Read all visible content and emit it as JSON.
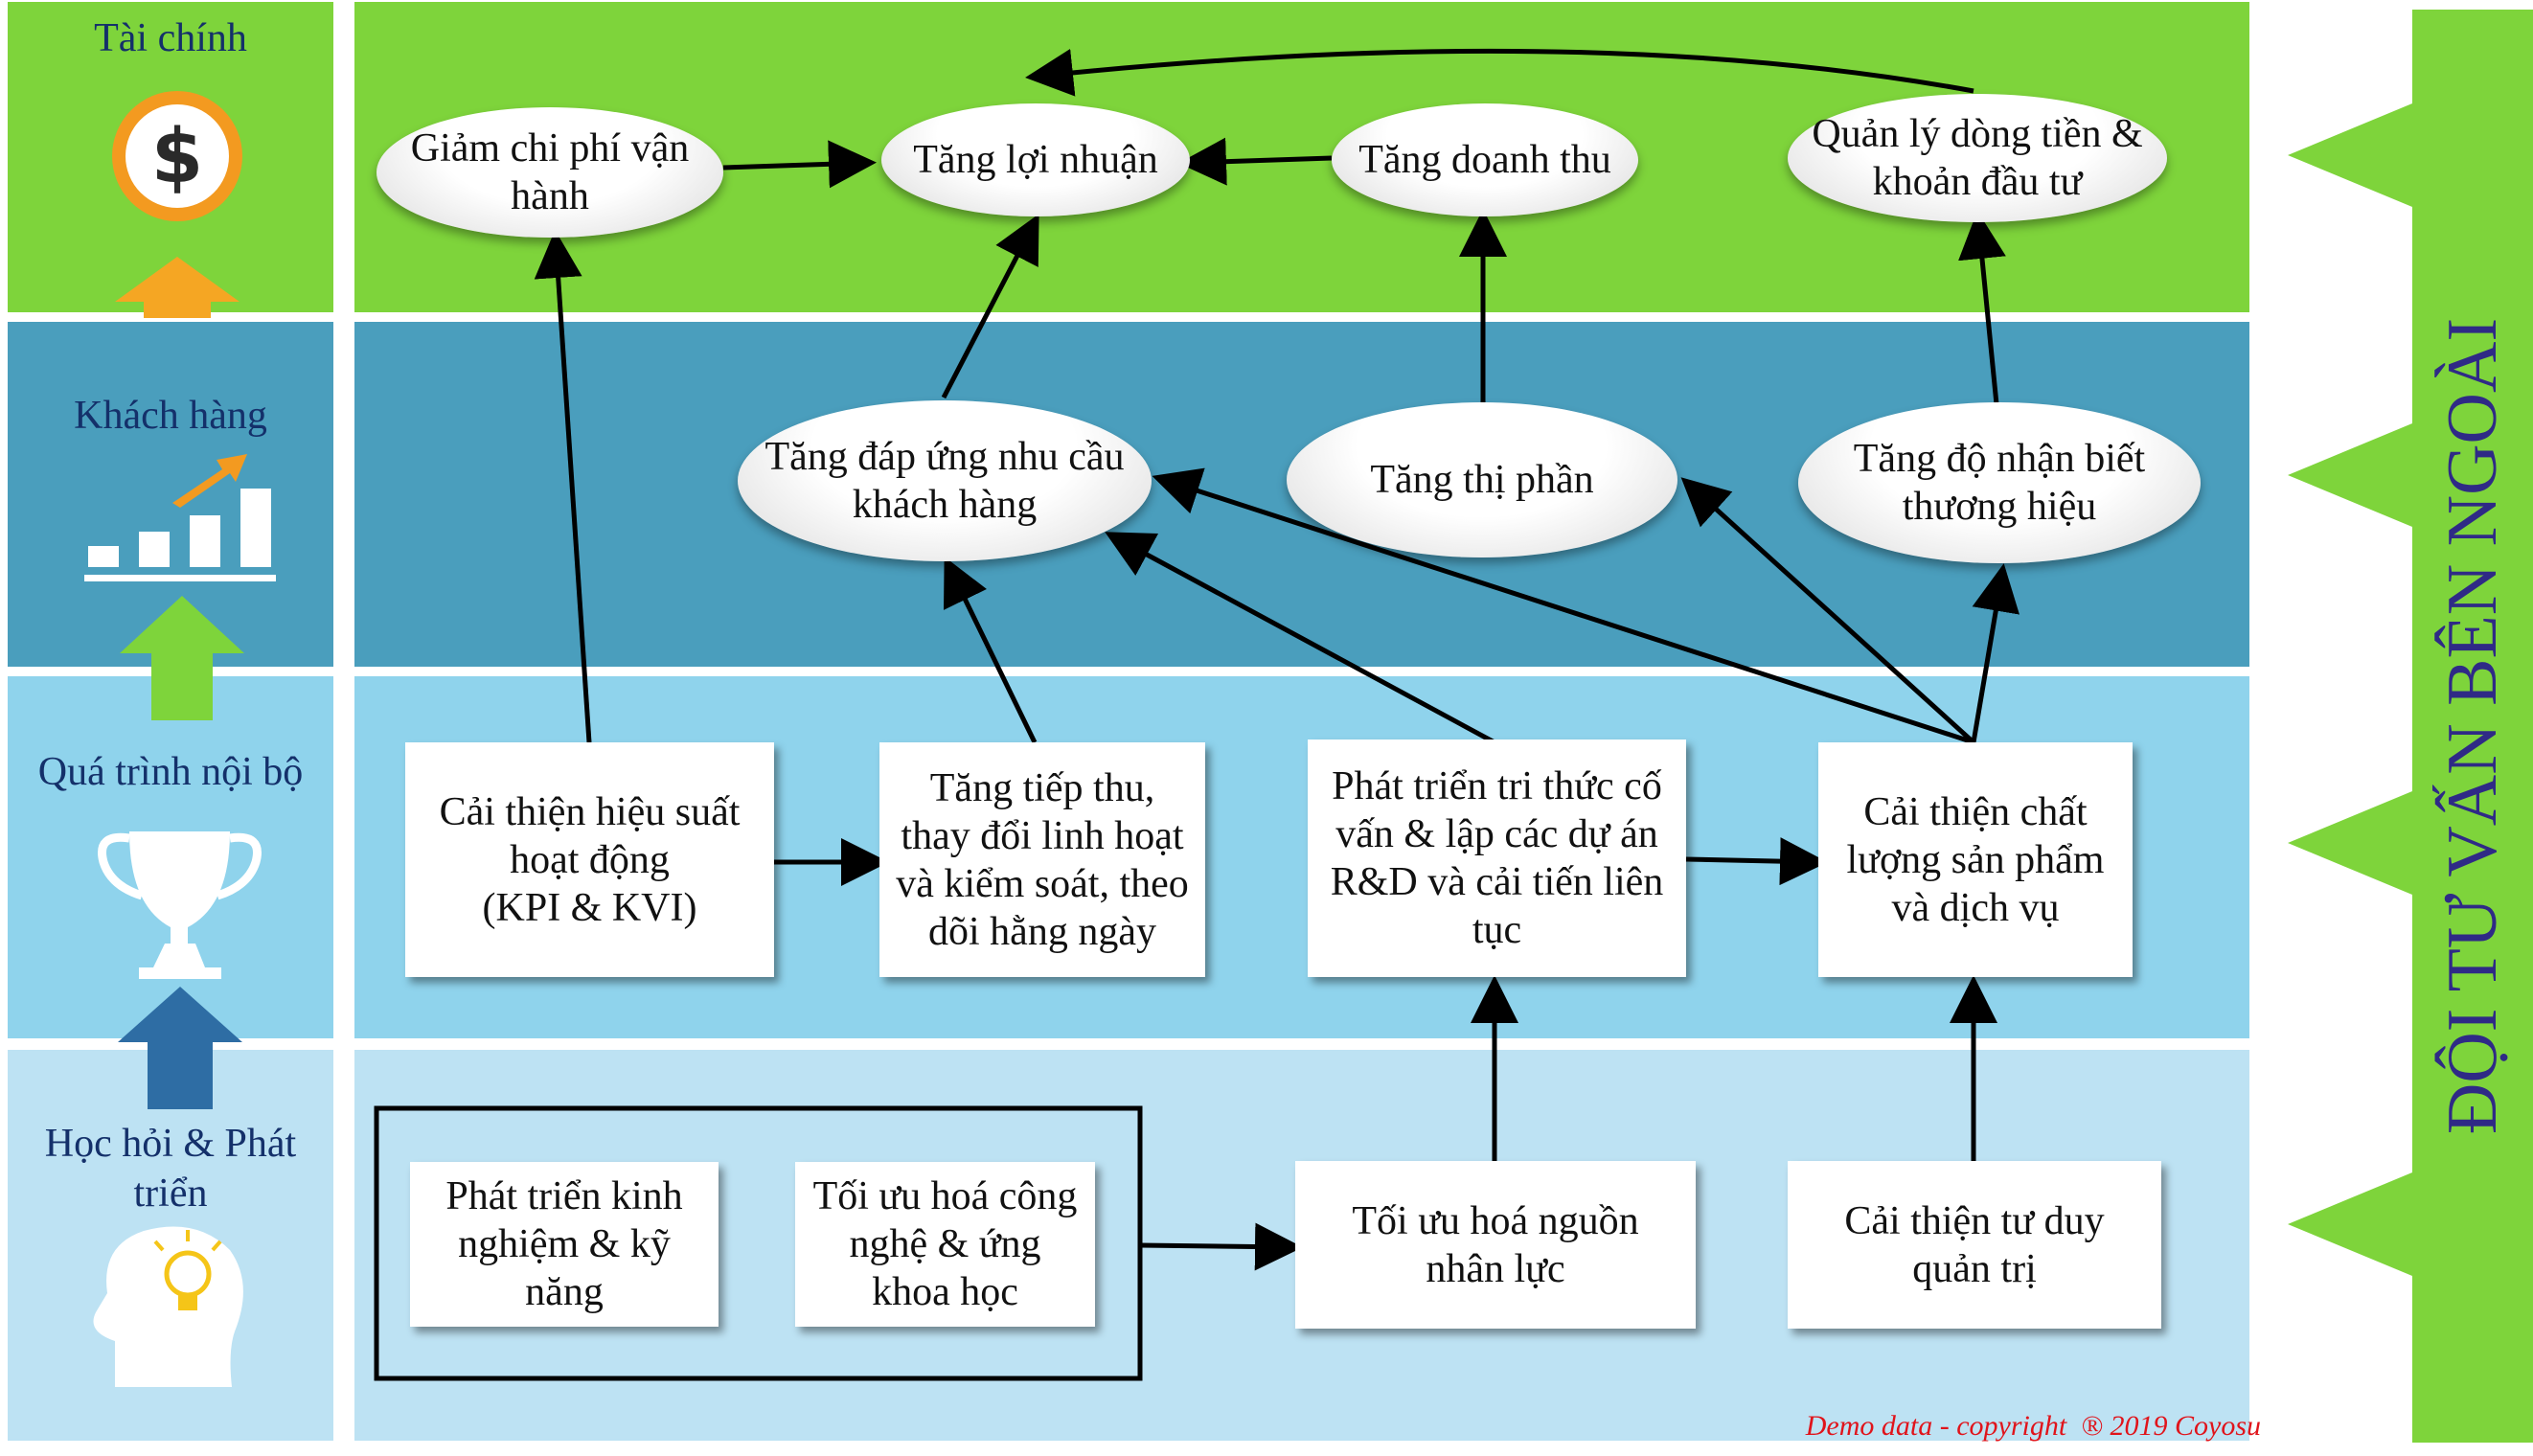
{
  "lanes": {
    "financial": "Tài chính",
    "customer": "Khách hàng",
    "internal": "Quá trình nội bộ",
    "learning": "Học hỏi & Phát\ntriển"
  },
  "external": "ĐỘI TƯ VẤN BÊN NGOÀI",
  "nodes": {
    "reduce_cost": "Giảm chi phí vận\nhành",
    "increase_profit": "Tăng lợi nhuận",
    "increase_revenue": "Tăng doanh thu",
    "cashflow": "Quản lý dòng tiền &\nkhoản đầu tư",
    "customer_needs": "Tăng đáp ứng nhu cầu\nkhách hàng",
    "market_share": "Tăng thị phần",
    "brand_awareness": "Tăng độ nhận biết\nthương hiệu",
    "performance": "Cải thiện hiệu suất\nhoạt động\n(KPI & KVI)",
    "absorb": "Tăng tiếp thu,\nthay đổi linh hoạt\nvà kiểm soát, theo\ndõi hằng ngày",
    "knowledge": "Phát triển tri thức cố\nvấn & lập các dự án\nR&D và cải tiến liên\ntục",
    "quality": "Cải thiện chất\nlượng sản phẩm\nvà dịch vụ",
    "experience": "Phát triển kinh\nnghiệm & kỹ\nnăng",
    "technology": "Tối ưu hoá công\nnghệ & ứng\nkhoa học",
    "human_resources": "Tối ưu hoá nguồn\nnhân lực",
    "management": "Cải thiện tư duy\nquản trị"
  },
  "icons": {
    "financial": "dollar-coin-icon",
    "customer": "growth-chart-icon",
    "internal": "trophy-icon",
    "learning": "head-lightbulb-icon"
  },
  "copyright": "Demo data - copyright  ® 2019 Coyosu",
  "colors": {
    "financial_band": "#7ed43b",
    "customer_band": "#4a9ebd",
    "internal_band": "#8fd3ec",
    "learning_band": "#bde2f3",
    "external_bar": "#7ed43b",
    "external_text": "#2f2a86",
    "lane_text": "#14306a",
    "copyright": "#e0141b"
  }
}
